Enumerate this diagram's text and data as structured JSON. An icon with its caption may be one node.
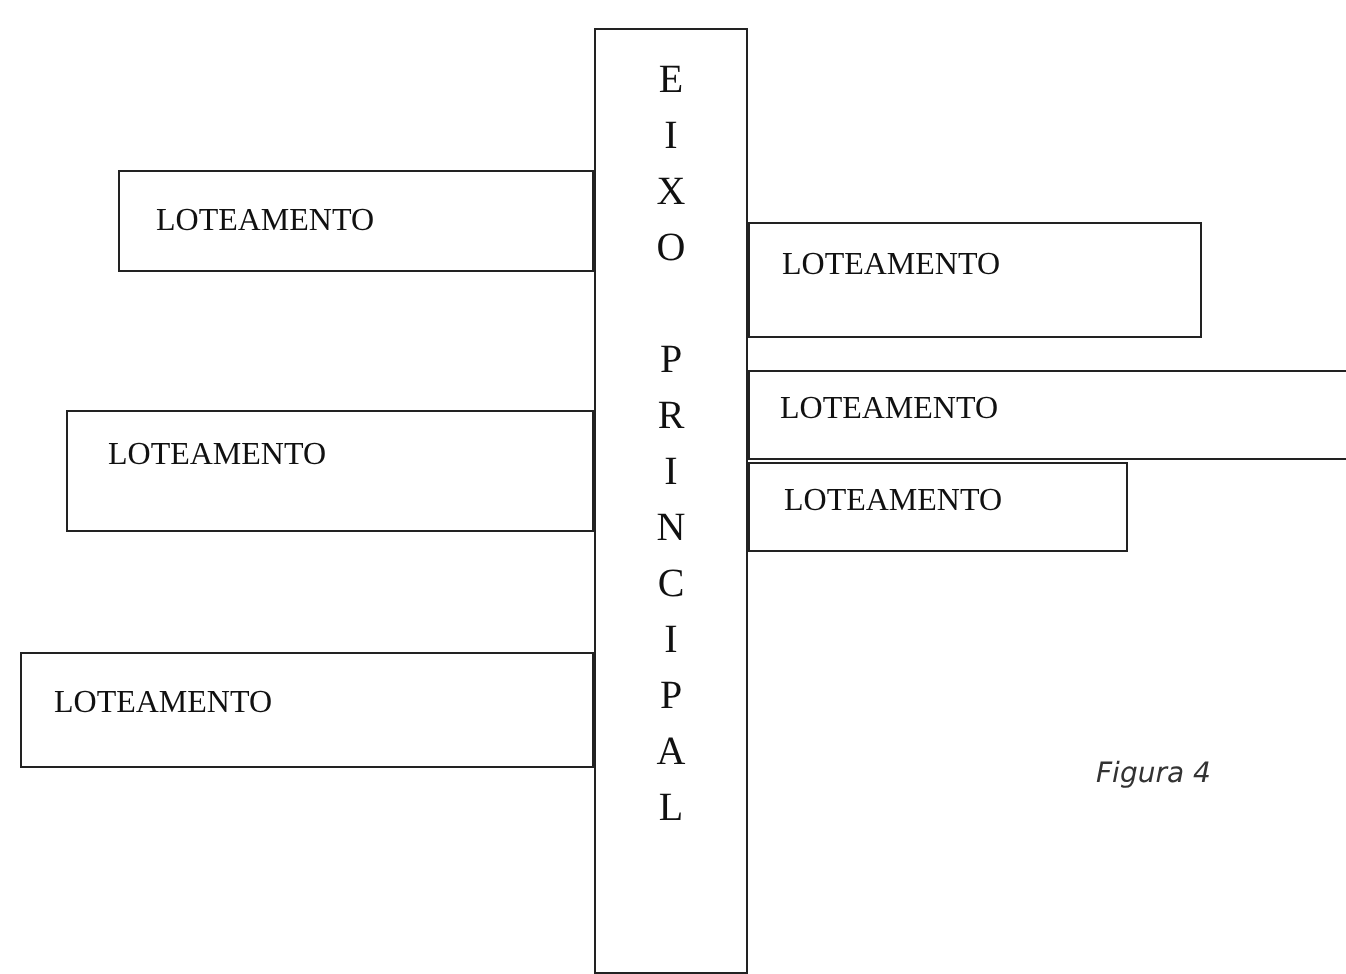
{
  "diagram": {
    "caption": "Figura 4",
    "nodes": [
      {
        "text": [
          "EIXO PRINCIPAL"
        ]
      },
      {
        "text": [
          "LOTEAMENTO"
        ]
      },
      {
        "text": [
          "LOTEAMENTO"
        ]
      },
      {
        "text": [
          "LOTEAMENTO"
        ]
      },
      {
        "text": [
          "LOTEAMENTO"
        ]
      },
      {
        "text": [
          "LOTEAMENTO"
        ]
      },
      {
        "text": [
          "LOTEAMENTO"
        ]
      }
    ],
    "edges": []
  }
}
